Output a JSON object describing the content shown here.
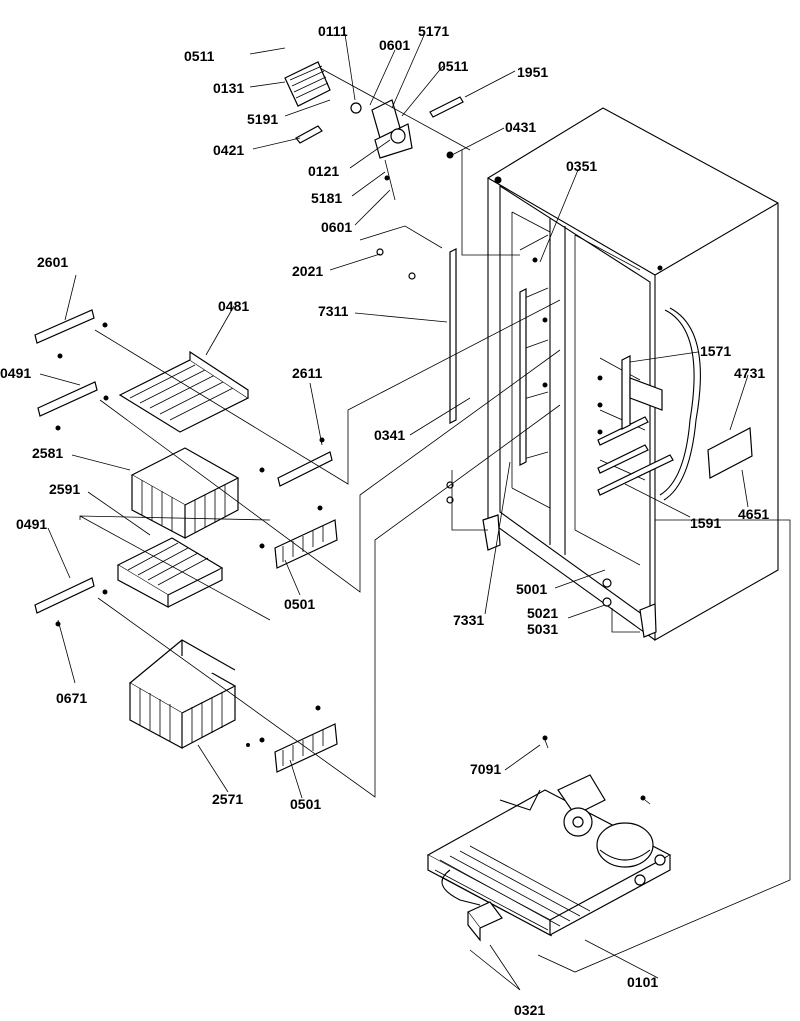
{
  "callouts": {
    "c0511a": "0511",
    "c0111": "0111",
    "c0601a": "0601",
    "c5171": "5171",
    "c0511b": "0511",
    "c1951": "1951",
    "c0131": "0131",
    "c5191": "5191",
    "c0421": "0421",
    "c0121": "0121",
    "c5181": "5181",
    "c0601b": "0601",
    "c0431": "0431",
    "c0351": "0351",
    "c2021": "2021",
    "c2601": "2601",
    "c0481": "0481",
    "c7311": "7311",
    "c0491a": "0491",
    "c2611": "2611",
    "c1571": "1571",
    "c4731": "4731",
    "c0341": "0341",
    "c2581": "2581",
    "c2591": "2591",
    "c1591": "1591",
    "c4651": "4651",
    "c0491b": "0491",
    "c0501a": "0501",
    "c5001": "5001",
    "c7331": "7331",
    "c5021": "5021",
    "c5031": "5031",
    "c0671": "0671",
    "c7091": "7091",
    "c2571": "2571",
    "c0501b": "0501",
    "c0101": "0101",
    "c0321": "0321"
  }
}
